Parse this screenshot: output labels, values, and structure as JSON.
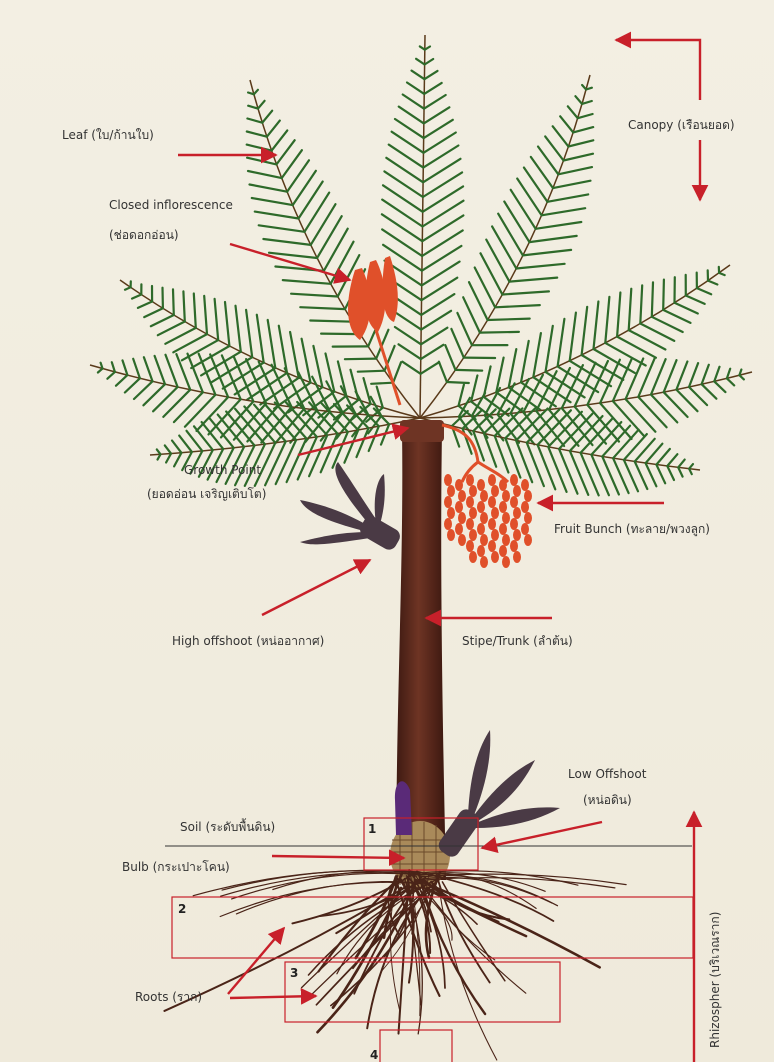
{
  "colors": {
    "leaf": "#2e6a2a",
    "trunk": "#5a2a1e",
    "fruit": "#e0502a",
    "arrow": "#c8202a",
    "root": "#4a2418",
    "offshoot": "#4a3a45"
  },
  "labels": {
    "leaf": "Leaf (ใบ/ก้านใบ)",
    "canopy": "Canopy (เรือนยอด)",
    "closed_inflorescence": "Closed inflorescence",
    "closed_inflorescence_th": "(ช่อดอกอ่อน)",
    "growth_point": "Growth Point",
    "growth_point_th": "(ยอดอ่อน เจริญเติบโต)",
    "fruit_bunch": "Fruit Bunch (ทะลาย/พวงลูก)",
    "high_offshoot": "High offshoot (หน่ออากาศ)",
    "stipe_trunk": "Stipe/Trunk (ลำต้น)",
    "low_offshoot": "Low Offshoot",
    "low_offshoot_th": "(หน่อดิน)",
    "soil": "Soil (ระดับพื้นดิน)",
    "bulb": "Bulb (กระเปาะโคน)",
    "roots": "Roots (ราก)",
    "rhizosphere": "Rhizospher (บริเวณราก)"
  },
  "zones": [
    "1",
    "2",
    "3",
    "4"
  ]
}
